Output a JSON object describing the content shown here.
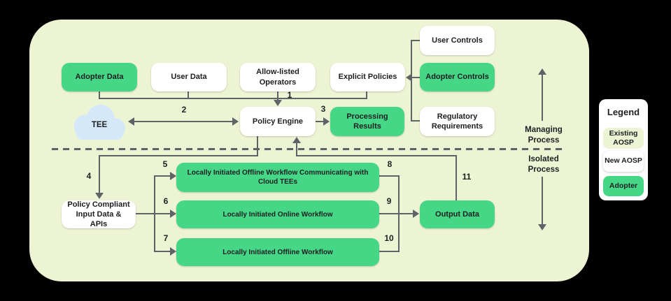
{
  "colors": {
    "canvas-bg": "#000000",
    "panel-bg": "#edf4d3",
    "green": "#45d786",
    "white": "#ffffff",
    "cloud-blue": "#d4e8f9",
    "line": "#5f6368",
    "text": "#1c1e21"
  },
  "diagram": {
    "nodes": {
      "adopter_data": "Adopter Data",
      "user_data": "User Data",
      "allow_listed_operators": "Allow-listed Operators",
      "explicit_policies": "Explicit Policies",
      "user_controls": "User Controls",
      "adopter_controls": "Adopter Controls",
      "regulatory_requirements": "Regulatory Requirements",
      "tee": "TEE",
      "policy_engine": "Policy Engine",
      "processing_results": "Processing Results",
      "policy_compliant_input": "Policy Compliant Input Data & APIs",
      "workflow_cloud_tees": "Locally Initiated Offline Workflow Communicating with Cloud TEEs",
      "workflow_online": "Locally Initiated Online Workflow",
      "workflow_offline": "Locally Initiated Offline Workflow",
      "output_data": "Output Data"
    },
    "edges": {
      "e1": "1",
      "e2": "2",
      "e3": "3",
      "e4": "4",
      "e5": "5",
      "e6": "6",
      "e7": "7",
      "e8": "8",
      "e9": "9",
      "e10": "10",
      "e11": "11"
    },
    "regions": {
      "managing": "Managing Process",
      "isolated": "Isolated Process"
    }
  },
  "legend": {
    "title": "Legend",
    "items": [
      {
        "label": "Existing AOSP",
        "style": "existing-aosp"
      },
      {
        "label": "New AOSP",
        "style": "new-aosp"
      },
      {
        "label": "Adopter",
        "style": "adopter"
      }
    ]
  }
}
